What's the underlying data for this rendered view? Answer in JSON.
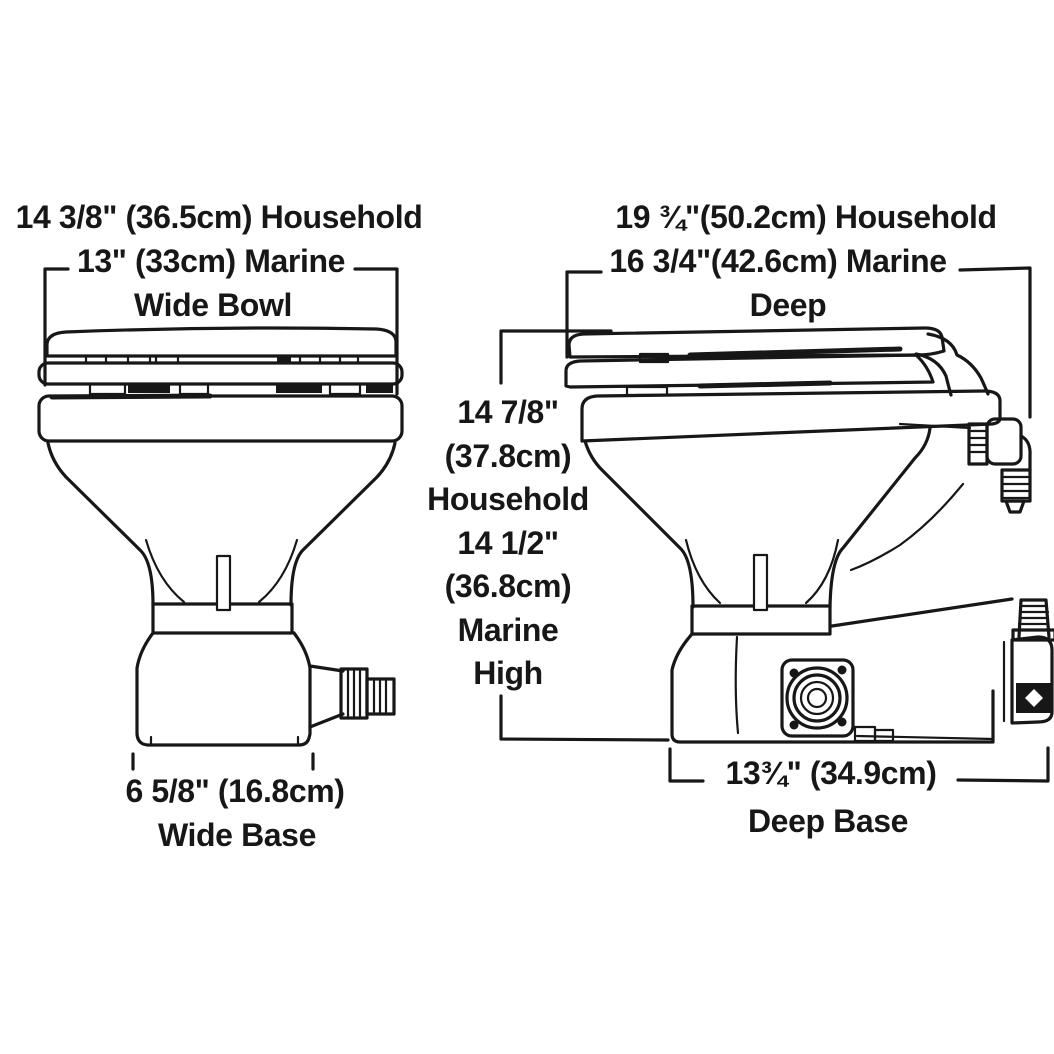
{
  "colors": {
    "ink": "#171717",
    "background": "#ffffff"
  },
  "left_view": {
    "width_household": "14 3/8\" (36.5cm) Household",
    "width_marine": "13\" (33cm) Marine",
    "bowl_label": "Wide Bowl",
    "base_width": "6 5/8\" (16.8cm)",
    "base_label": "Wide Base"
  },
  "right_view": {
    "width_household": "19 ¾\"(50.2cm) Household",
    "width_marine": "16 3/4\"(42.6cm) Marine",
    "bowl_label": "Deep",
    "base_width": "13¾\" (34.9cm)",
    "base_label": "Deep Base"
  },
  "height_dimension": {
    "line1": "14 7/8\"",
    "line2": "(37.8cm)",
    "line3": "Household",
    "line4": "14 1/2\"",
    "line5": "(36.8cm)",
    "line6": "Marine",
    "line7": "High"
  }
}
